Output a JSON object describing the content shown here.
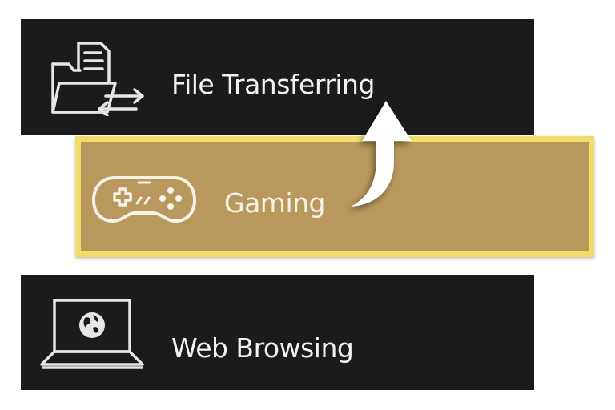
{
  "modes": [
    {
      "id": "file",
      "label": "File Transferring",
      "icon": "file-transfer-icon",
      "selected": false
    },
    {
      "id": "gaming",
      "label": "Gaming",
      "icon": "gamepad-icon",
      "selected": true
    },
    {
      "id": "web",
      "label": "Web Browsing",
      "icon": "laptop-globe-icon",
      "selected": false
    }
  ],
  "colors": {
    "card_background": "#1b1b1b",
    "selected_background": "#b8985c",
    "selected_border": "#f2dd6c",
    "text": "#f2f2f2"
  }
}
